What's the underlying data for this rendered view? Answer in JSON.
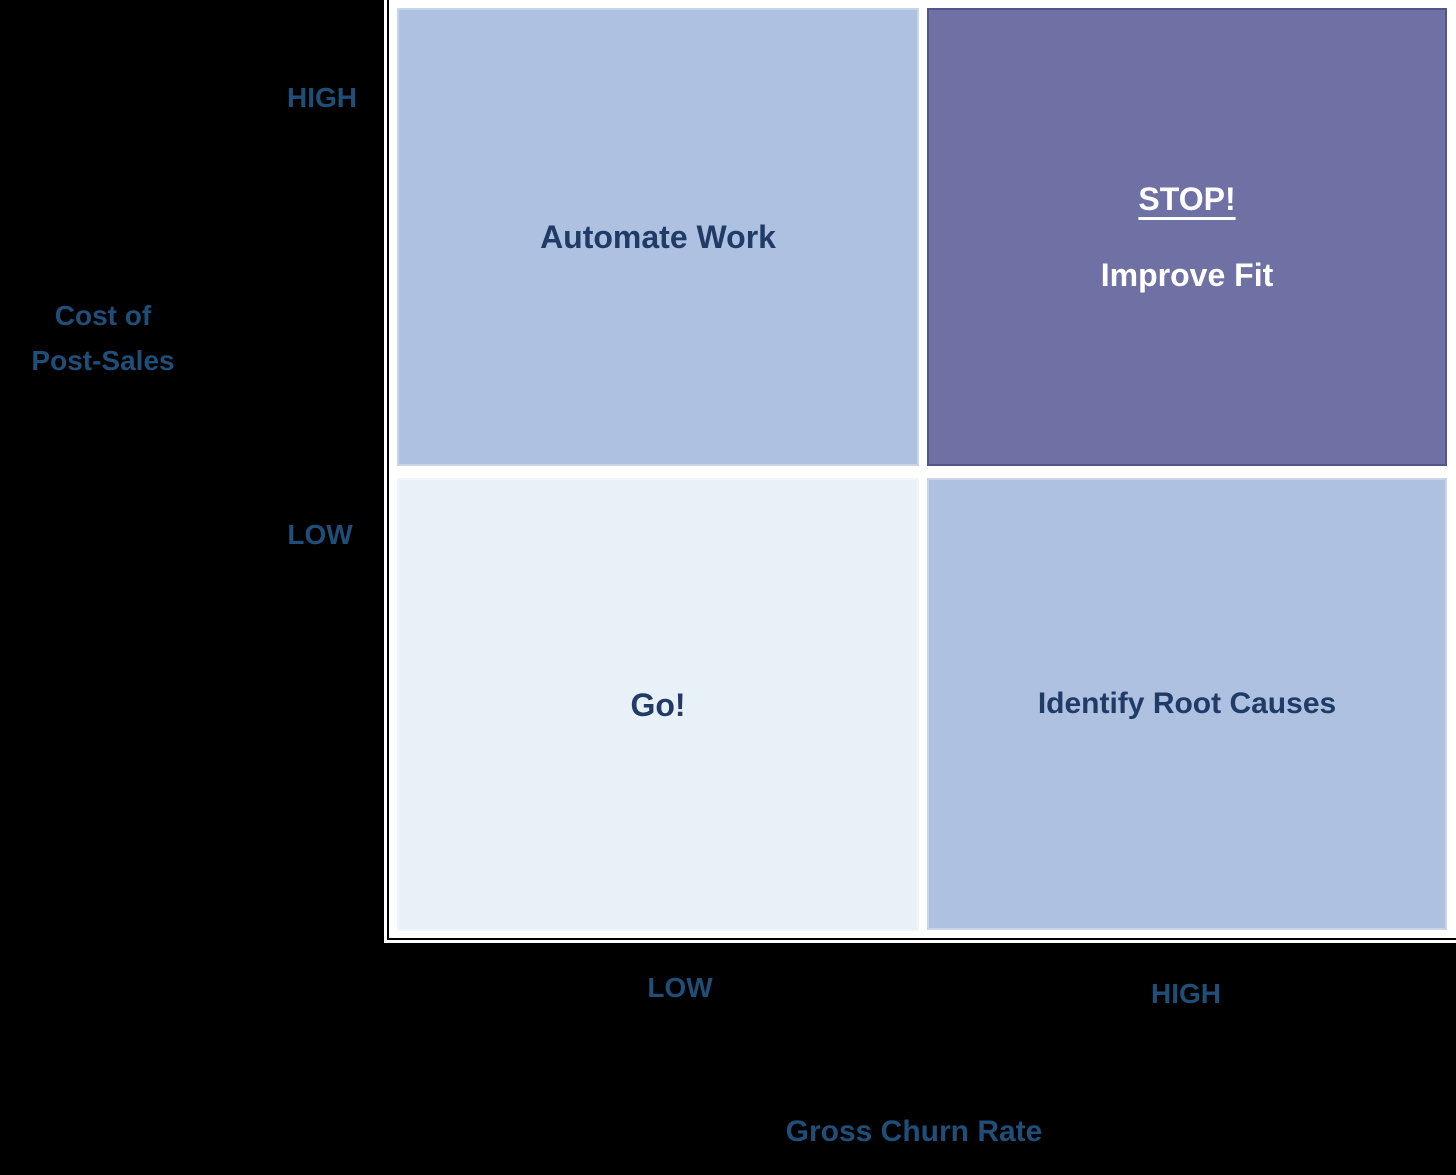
{
  "matrix": {
    "y_axis": {
      "title_line1": "Cost of",
      "title_line2": "Post-Sales",
      "high_label": "HIGH",
      "low_label": "LOW"
    },
    "x_axis": {
      "title": "Gross Churn Rate",
      "low_label": "LOW",
      "high_label": "HIGH"
    },
    "quadrants": {
      "top_left": {
        "label": "Automate Work"
      },
      "top_right": {
        "line1": "STOP!",
        "line2": "Improve Fit"
      },
      "bottom_left": {
        "label": "Go!"
      },
      "bottom_right": {
        "label": "Identify Root Causes"
      }
    },
    "colors": {
      "quadrant_light_blue": "#AEC1E1",
      "quadrant_light_blue_border": "#C7D4E9",
      "quadrant_purple": "#6F70A3",
      "quadrant_purple_border": "#54558C",
      "quadrant_pale_blue": "#E9F1F8",
      "quadrant_text_navy": "#1F3B66",
      "quadrant_text_white": "#FFFFFF",
      "axis_label_navy": "#1F4E79",
      "axis_line_white": "#FFFFFF",
      "background": "#000000"
    }
  }
}
